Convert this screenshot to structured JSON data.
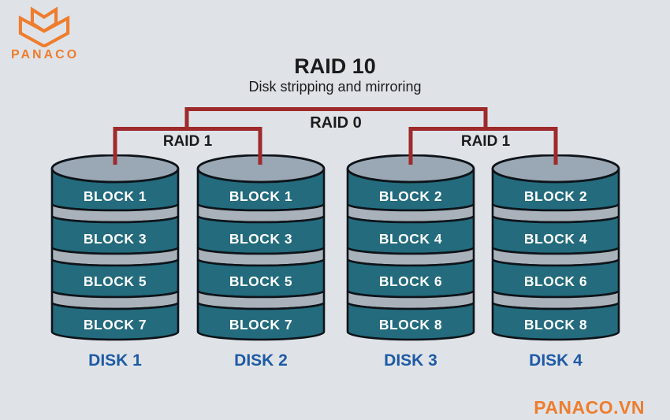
{
  "brand": {
    "logo_text": "PANACO",
    "watermark": "PANACO.VN",
    "accent_orange": "#ee7d2e"
  },
  "header": {
    "title": "RAID 10",
    "subtitle": "Disk stripping and mirroring"
  },
  "raid": {
    "raid0_label": "RAID 0",
    "raid1_left_label": "RAID 1",
    "raid1_right_label": "RAID 1",
    "line_color": "#9e2a2b"
  },
  "disks": [
    {
      "name": "DISK 1",
      "blocks": [
        "BLOCK 1",
        "BLOCK 3",
        "BLOCK 5",
        "BLOCK 7"
      ]
    },
    {
      "name": "DISK 2",
      "blocks": [
        "BLOCK 1",
        "BLOCK 3",
        "BLOCK 5",
        "BLOCK 7"
      ]
    },
    {
      "name": "DISK 3",
      "blocks": [
        "BLOCK 2",
        "BLOCK 4",
        "BLOCK 6",
        "BLOCK 8"
      ]
    },
    {
      "name": "DISK 4",
      "blocks": [
        "BLOCK 2",
        "BLOCK 4",
        "BLOCK 6",
        "BLOCK 8"
      ]
    }
  ],
  "colors": {
    "background": "#dfe3e8",
    "disk_body_teal": "#236b7d",
    "disk_separator_gray": "#a9b2ba",
    "disk_top_gray": "#99a8b4",
    "outline_dark": "#0e1319",
    "disk_label_blue": "#1e5aa4",
    "text_dark": "#1b1b1b"
  }
}
